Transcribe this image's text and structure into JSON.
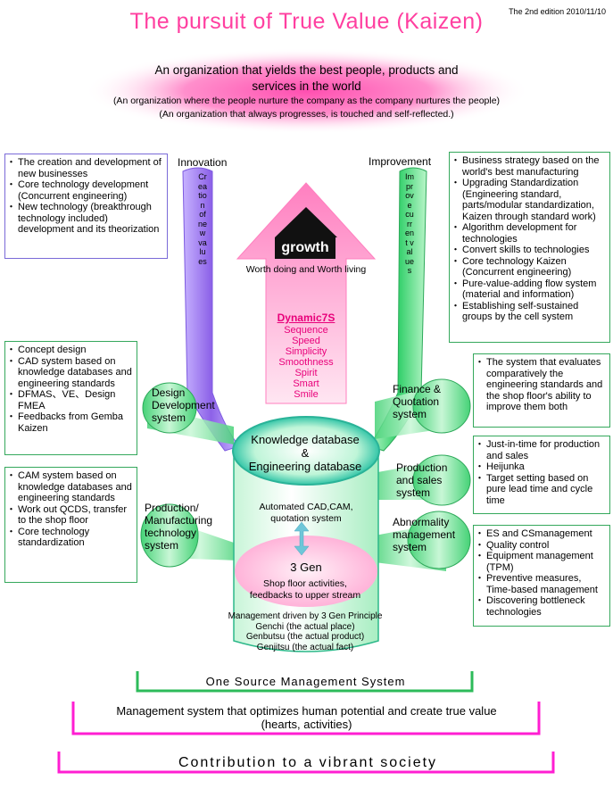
{
  "header": {
    "title": "The pursuit of True Value (Kaizen)",
    "edition": "The 2nd edition 2010/11/10"
  },
  "mission": {
    "line1": "An organization that yields the best people, products and",
    "line2": "services in the world",
    "line3": "(An organization where the people nurture the company as the company nurtures the people)",
    "line4": "(An organization that always progresses, is touched and self-reflected.)"
  },
  "columns": {
    "innovation": {
      "label": "Innovation",
      "vertical": "Creation of new values"
    },
    "improvement": {
      "label": "Improvement",
      "vertical": "Improve current values"
    }
  },
  "left_boxes": [
    {
      "items": [
        "The creation and development of new businesses",
        "Core technology development (Concurrent engineering)",
        "New technology (breakthrough technology included) development and its theorization"
      ]
    },
    {
      "items": [
        "Concept design",
        "CAD system based on knowledge databases and engineering standards",
        "DFMAS、VE、Design FMEA",
        "Feedbacks from Gemba Kaizen"
      ]
    },
    {
      "items": [
        "CAM system based on knowledge databases and engineering standards",
        "Work out QCDS, transfer to the shop floor",
        "Core technology standardization"
      ]
    }
  ],
  "right_boxes": [
    {
      "items": [
        "Business strategy based on the world's best manufacturing",
        "Upgrading Standardization (Engineering standard, parts/modular standardization, Kaizen through standard work)",
        "Algorithm development for technologies",
        "Convert skills to technologies",
        "Core technology Kaizen (Concurrent engineering)",
        "Pure-value-adding flow system (material and information)",
        "Establishing self-sustained groups by the cell system"
      ]
    },
    {
      "items": [
        "The system that evaluates comparatively the engineering standards and the shop floor's ability to improve them both"
      ]
    },
    {
      "items": [
        "Just-in-time for production and sales",
        "Heijunka",
        "Target setting based on pure lead time and cycle time"
      ]
    },
    {
      "items": [
        "ES and CSmanagement",
        "Quality control",
        "Equipment management (TPM)",
        "Preventive measures, Time-based management",
        "Discovering bottleneck technologies"
      ]
    }
  ],
  "funnels": {
    "design": "Design Development system",
    "production": "Production/ Manufacturing technology system",
    "finance": "Finance & Quotation system",
    "sales": "Production and sales system",
    "abnormality": "Abnormality management system"
  },
  "growth": {
    "label": "growth",
    "sub": "Worth doing and Worth living"
  },
  "dynamic": {
    "title": "Dynamic7S",
    "items": [
      "Sequence",
      "Speed",
      "Simplicity",
      "Smoothness",
      "Spirit",
      "Smart",
      "Smile"
    ]
  },
  "cylinder": {
    "kdb1": "Knowledge database",
    "kdb2": "&",
    "kdb3": "Engineering database",
    "auto1": "Automated CAD,CAM,",
    "auto2": "quotation system",
    "gen": "3 Gen",
    "shop1": "Shop floor activities,",
    "shop2": "feedbacks to upper stream",
    "principle": [
      "Management driven by 3 Gen Principle",
      "Genchi (the actual place)",
      "Genbutsu (the actual product)",
      "Genjitsu (the actual fact)"
    ]
  },
  "footer": {
    "one_source": "One Source Management System",
    "mgmt1": "Management system that optimizes human potential and create true value",
    "mgmt2": "(hearts, activities)",
    "contribution": "Contribution to a vibrant society"
  },
  "colors": {
    "title": "#ff3fa0",
    "purple": "#8c6ae0",
    "green": "#2db85a",
    "magenta": "#ff33cc",
    "pink": "#ff6fb0"
  }
}
